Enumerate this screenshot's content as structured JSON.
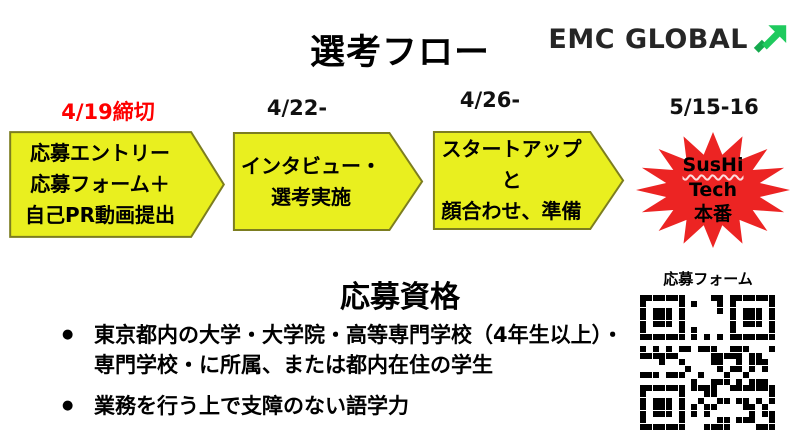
{
  "page": {
    "title": "選考フロー",
    "logo_text": "EMC GLOBAL"
  },
  "colors": {
    "arrow_fill": "#e9ef1f",
    "arrow_border": "#7c7d20",
    "star_fill": "#ec2423",
    "deadline_red": "#fe0000",
    "logo_green_bright": "#1fca5e",
    "logo_green_dark": "#15a94e"
  },
  "flow": {
    "steps": [
      {
        "date": "4/19締切",
        "shape": "arrow",
        "lines": [
          "応募エントリー",
          "応募フォーム＋",
          "自己PR動画提出"
        ]
      },
      {
        "date": "4/22-",
        "shape": "arrow",
        "lines": [
          "インタビュー・",
          "選考実施"
        ]
      },
      {
        "date": "4/26-",
        "shape": "arrow",
        "lines": [
          "スタートアップと",
          "顔合わせ、準備"
        ]
      },
      {
        "date": "5/15-16",
        "shape": "starburst",
        "lines": [
          "SusHi",
          "Tech",
          "本番"
        ]
      }
    ]
  },
  "qualifications": {
    "heading": "応募資格",
    "items": [
      "東京都内の大学・大学院・高等専門学校（4年生以上）・専門学校・に所属、または都内在住の学生",
      "業務を行う上で支障のない語学力"
    ]
  },
  "qr": {
    "label": "応募フォーム"
  }
}
